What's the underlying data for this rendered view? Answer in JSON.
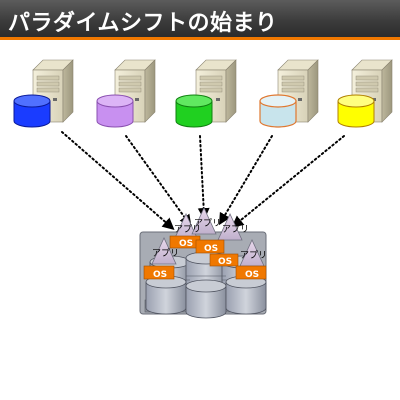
{
  "slide": {
    "title": "パラダイムシフトの始まり"
  },
  "colors": {
    "title_bar": "#3a3a3a",
    "accent_line": "#f07800",
    "os_box": "#f07800",
    "database_colors": [
      "#1a3cff",
      "#c890f0",
      "#20d020",
      "#c8e4ec",
      "#ffff00"
    ],
    "database_outline_blue": "#1a3cff",
    "database_outline_purple": "#c890f0",
    "database_outline_green": "#20d020",
    "database_outline_lightblue": "#e07830",
    "database_outline_yellow": "#e0b000"
  },
  "cluster": {
    "app_label": "アプリ",
    "os_label": "OS"
  }
}
